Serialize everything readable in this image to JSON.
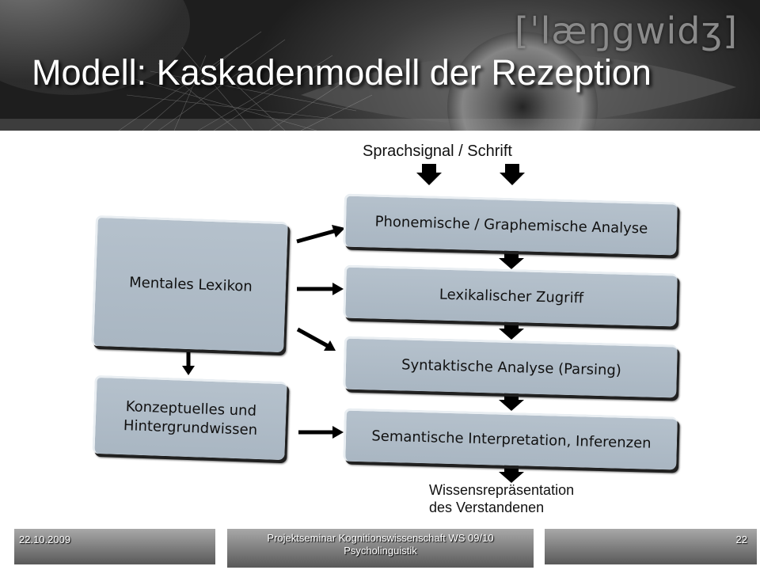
{
  "header": {
    "phonetic": "[ˈlæŋgwidʒ]",
    "title": "Modell: Kaskadenmodell der Rezeption"
  },
  "diagram": {
    "input_label": "Sprachsignal / Schrift",
    "left_boxes": {
      "lexikon": "Mentales Lexikon",
      "wissen_line1": "Konzeptuelles und",
      "wissen_line2": "Hintergrundwissen"
    },
    "stages": [
      "Phonemische / Graphemische Analyse",
      "Lexikalischer Zugriff",
      "Syntaktische Analyse (Parsing)",
      "Semantische Interpretation, Inferenzen"
    ],
    "output_line1": "Wissensrepräsentation",
    "output_line2": "des Verstandenen"
  },
  "footer": {
    "date": "22.10.2009",
    "course_line1": "Projektseminar Kognitionswissenschaft WS 09/10",
    "course_line2": "Psycholinguistik",
    "page": "22"
  },
  "colors": {
    "box_fill": "#b0bcc7",
    "box_shadow": "#202020",
    "arrow": "#000000",
    "header_bg": "#2e2e2e"
  }
}
